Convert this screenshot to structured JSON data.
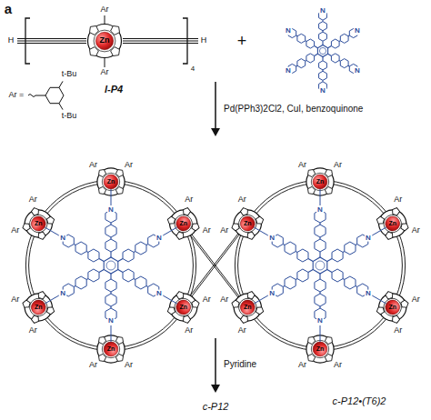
{
  "diagram": {
    "labels": [
      "a",
      "H",
      "H",
      "4",
      "Ar",
      "Ar",
      "Zn",
      "l-P4",
      "Ar =",
      "t-Bu",
      "t-Bu",
      "+",
      "N",
      "N",
      "N",
      "N",
      "N",
      "N",
      "Pd(PPh3)2Cl2, CuI, benzoquinone",
      "Zn",
      "Ar",
      "Ar",
      "Zn",
      "Ar",
      "Ar",
      "Zn",
      "Ar",
      "Ar",
      "Zn",
      "Ar",
      "Ar",
      "Zn",
      "Ar",
      "Ar",
      "Zn",
      "Ar",
      "Ar",
      "Zn",
      "Ar",
      "Ar",
      "Zn",
      "Ar",
      "Ar",
      "Zn",
      "Ar",
      "Ar",
      "Zn",
      "Ar",
      "Ar",
      "Zn",
      "Ar",
      "Ar",
      "Zn",
      "Ar",
      "Ar",
      "N",
      "N",
      "N",
      "N",
      "N",
      "N",
      "N",
      "N",
      "N",
      "N",
      "N",
      "N",
      "Pyridine",
      "c-P12",
      "c-P12•(T6)2"
    ]
  }
}
